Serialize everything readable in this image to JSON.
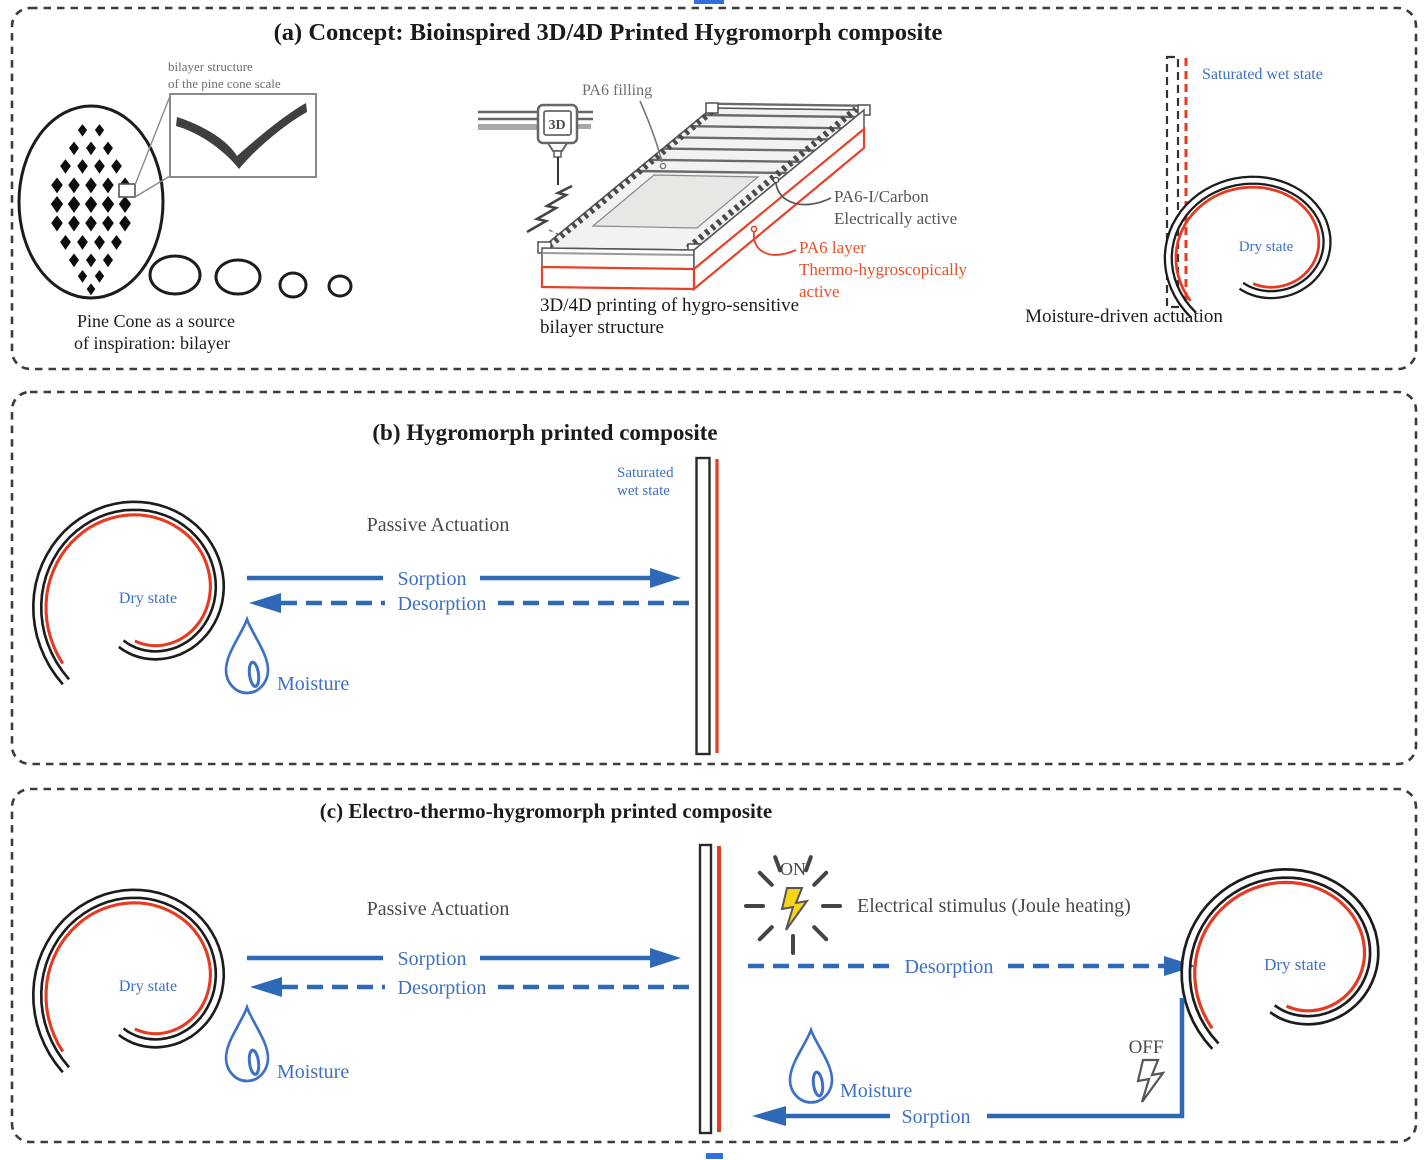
{
  "colors": {
    "blue_text": "#3e70c6",
    "blue_arrow": "#2e69b8",
    "red_layer": "#e63a22",
    "orange_red_text": "#e8502a",
    "bolt_yellow": "#f9d416",
    "dark_text": "#1b1b1b"
  },
  "panel_a": {
    "title": "(a)  Concept: Bioinspired 3D/4D Printed Hygromorph composite",
    "inset_caption_line1": "bilayer structure",
    "inset_caption_line2": "of the pine cone scale",
    "pinecone_caption_line1": "Pine Cone as a source",
    "pinecone_caption_line2": "of inspiration: bilayer",
    "nozzle_label": "3D",
    "pa6_filling_label": "PA6 filling",
    "pa6i_label_line1": "PA6-I/Carbon",
    "pa6i_label_line2": "Electrically active",
    "pa6_layer_label_line1": "PA6 layer",
    "pa6_layer_label_line2": "Thermo-hygroscopically",
    "pa6_layer_label_line3": "active",
    "printing_caption_line1": "3D/4D printing of hygro-sensitive",
    "printing_caption_line2": "bilayer structure",
    "actuation_caption": "Moisture-driven actuation",
    "saturated_label": "Saturated wet state",
    "dry_label": "Dry state"
  },
  "panel_b": {
    "title": "(b)  Hygromorph printed composite",
    "saturated_label_line1": "Saturated",
    "saturated_label_line2": "wet state",
    "dry_label": "Dry state",
    "passive_label": "Passive Actuation",
    "sorption_label": "Sorption",
    "desorption_label": "Desorption",
    "moisture_label": "Moisture"
  },
  "panel_c": {
    "title": "(c)  Electro-thermo-hygromorph printed composite",
    "dry_label_left": "Dry state",
    "passive_label": "Passive Actuation",
    "sorption_label": "Sorption",
    "desorption_label": "Desorption",
    "moisture_label_left": "Moisture",
    "on_label": "ON",
    "electrical_label": "Electrical stimulus (Joule heating)",
    "desorption_label_right": "Desorption",
    "dry_label_right": "Dry state",
    "off_label": "OFF",
    "moisture_label_mid": "Moisture",
    "sorption_label_return": "Sorption"
  }
}
